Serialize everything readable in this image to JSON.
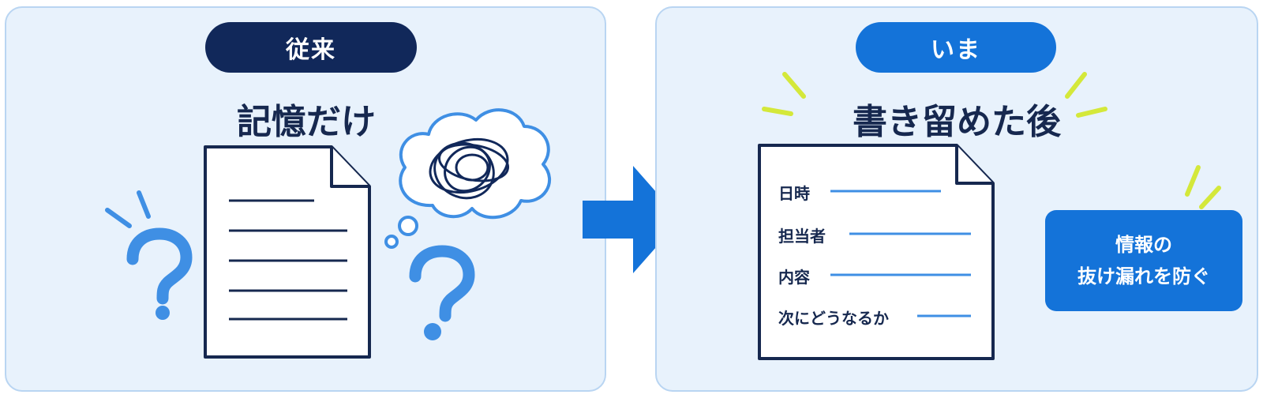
{
  "before": {
    "pill_label": "従来",
    "heading": "記憶だけ",
    "icons": [
      "document-icon",
      "thought-bubble-icon",
      "tangled-scribble-icon",
      "question-mark-icon"
    ]
  },
  "after": {
    "pill_label": "いま",
    "heading": "書き留めた後",
    "fields": [
      {
        "label": "日時"
      },
      {
        "label": "担当者"
      },
      {
        "label": "内容"
      },
      {
        "label": "次にどうなるか"
      }
    ],
    "callout": {
      "line1": "情報の",
      "line2": "抜け漏れを防ぐ"
    },
    "icons": [
      "document-icon",
      "sparkle-lines-icon"
    ]
  },
  "transition": {
    "icon": "right-arrow-icon"
  },
  "colors": {
    "panel_bg": "#e8f2fc",
    "panel_border": "#b9d5f2",
    "navy": "#11285a",
    "blue": "#1473d9",
    "light_blue": "#3f8fe4",
    "accent_yellow": "#d4e83a"
  }
}
